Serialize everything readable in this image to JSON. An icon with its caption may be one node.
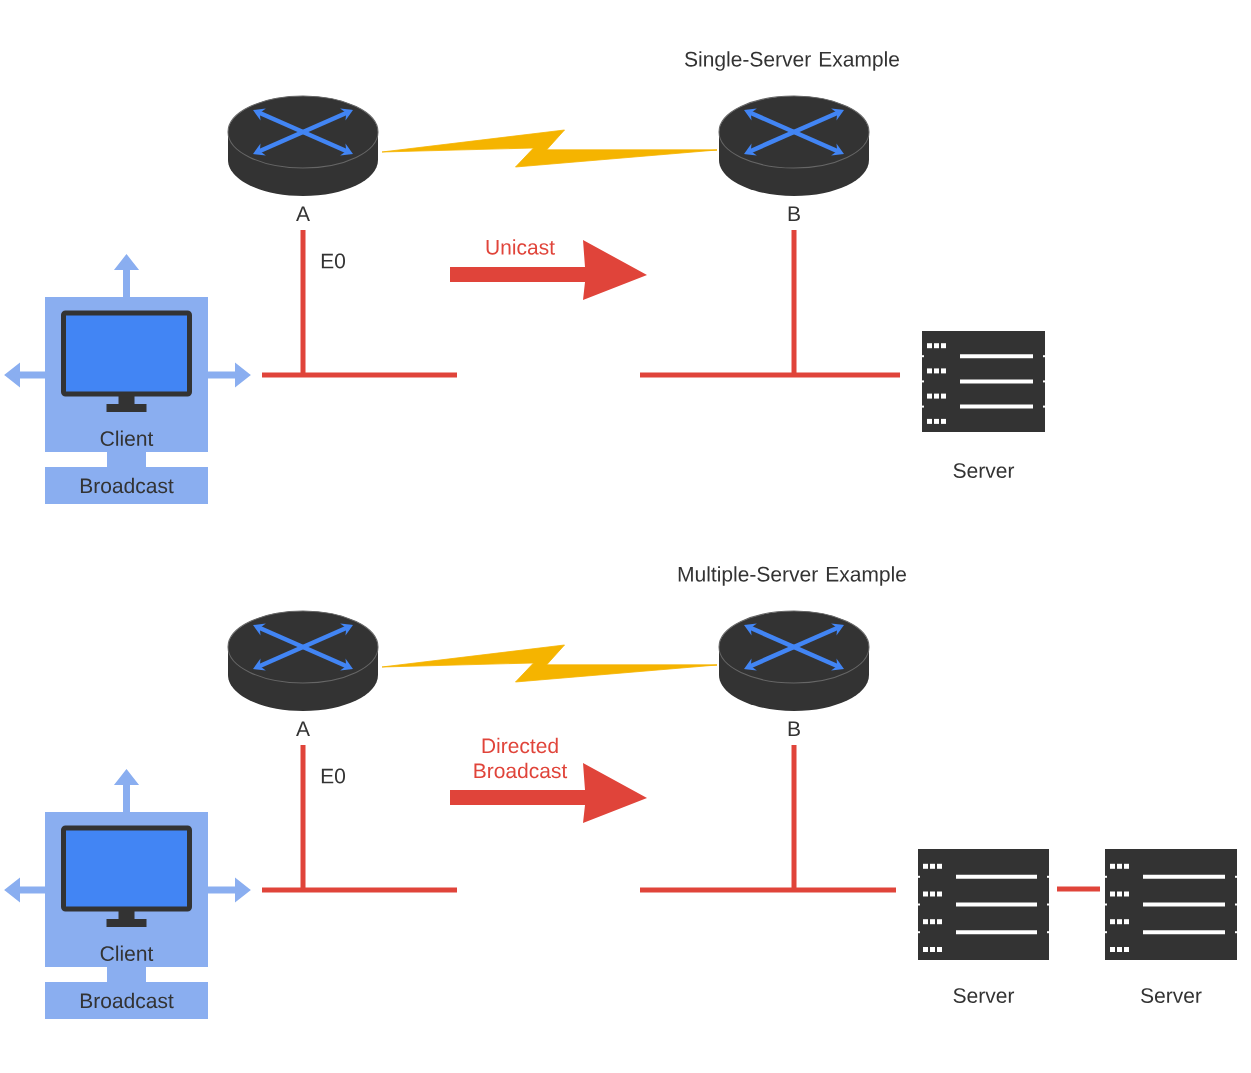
{
  "diagram": {
    "nodes": [
      {
        "text": [
          "A"
        ]
      },
      {
        "text": [
          "B"
        ]
      },
      {
        "text": [
          "Client"
        ]
      },
      {
        "text": [
          "Broadcast"
        ]
      },
      {
        "text": [
          "Server"
        ]
      },
      {
        "text": [
          "A"
        ]
      },
      {
        "text": [
          "B"
        ]
      },
      {
        "text": [
          "Client"
        ]
      },
      {
        "text": [
          "Broadcast"
        ]
      },
      {
        "text": [
          "Server"
        ]
      },
      {
        "text": [
          "Server"
        ]
      }
    ],
    "edges": [
      {
        "from": 0,
        "to": 1,
        "arrow": "none",
        "color": "#f5b400"
      },
      {
        "from": 2,
        "to": 0,
        "arrow": "none"
      },
      {
        "from": 1,
        "to": 4,
        "arrow": "none"
      },
      {
        "from": 2,
        "to": 3,
        "arrow": "none",
        "color": "#8aaef0",
        "style": "thick"
      },
      {
        "from": 5,
        "to": 6,
        "arrow": "none",
        "color": "#f5b400"
      },
      {
        "from": 7,
        "to": 5,
        "arrow": "none"
      },
      {
        "from": 6,
        "to": 9,
        "arrow": "none"
      },
      {
        "from": 7,
        "to": 8,
        "arrow": "none",
        "color": "#8aaef0",
        "style": "thick"
      },
      {
        "from": 9,
        "to": 10,
        "arrow": "none"
      }
    ],
    "labels": [
      "Single-Server Example",
      "E0",
      "Unicast",
      "Multiple-Server Example",
      "E0",
      "Directed Broadcast"
    ]
  }
}
